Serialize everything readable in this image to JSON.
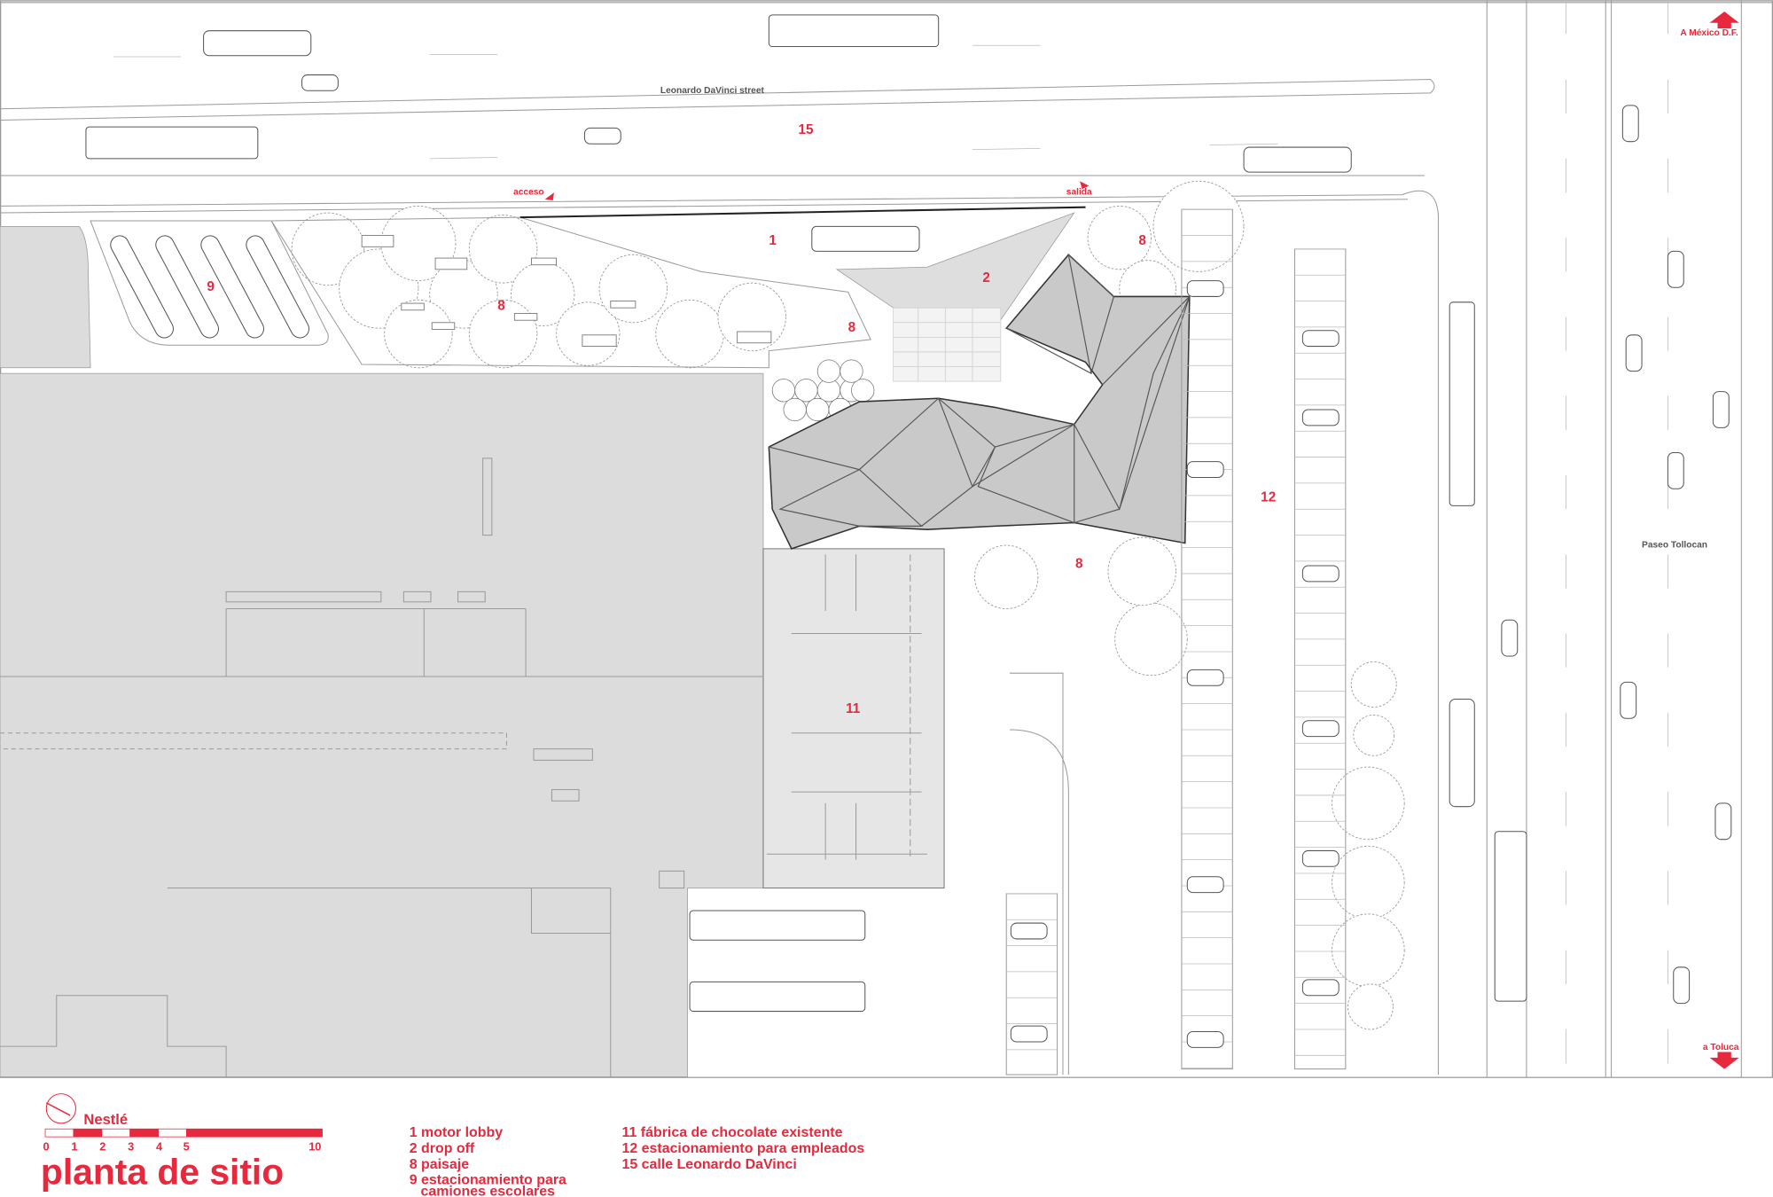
{
  "streets": {
    "top": "Leonardo DaVinci street",
    "right": "Paseo Tollocan"
  },
  "directions": {
    "north": "A México D.F.",
    "south": "a Toluca",
    "access": "acceso",
    "exit": "salida"
  },
  "zone_labels": {
    "z15": "15",
    "z1": "1",
    "z2": "2",
    "z8a": "8",
    "z8b": "8",
    "z8c": "8",
    "z8d": "8",
    "z9": "9",
    "z11": "11",
    "z12": "12"
  },
  "title_block": {
    "client": "Nestlé",
    "title": "planta de sitio",
    "scale_ticks": [
      "0",
      "1",
      "2",
      "3",
      "4",
      "5",
      "10"
    ]
  },
  "legend": [
    "1 motor lobby",
    "2 drop off",
    "8 paisaje",
    "9 estacionamiento para",
    "camiones escolares",
    "11 fábrica de chocolate existente",
    "12 estacionamiento para empleados",
    "15 calle Leonardo DaVinci"
  ],
  "colors": {
    "accent": "#e8283c",
    "factory": "#dcdcdc",
    "building": "#c9c9c9"
  }
}
